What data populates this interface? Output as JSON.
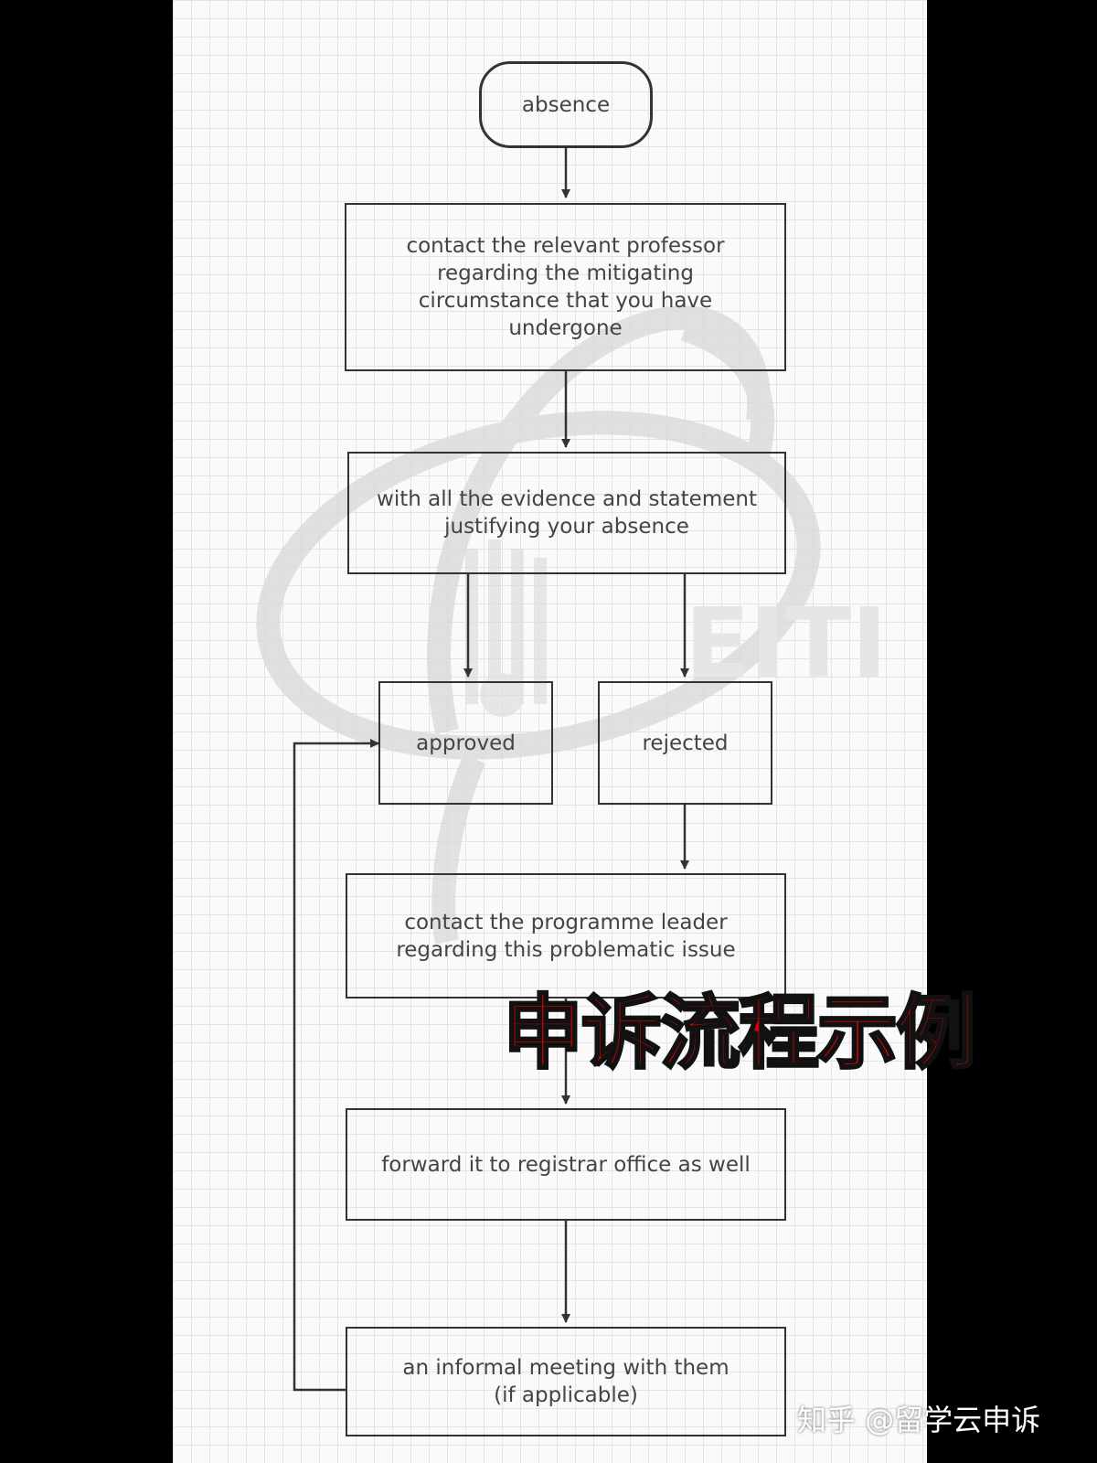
{
  "nodes": {
    "start": "absence",
    "contact_professor": "contact the relevant professor regarding the mitigating circumstance that you have undergone",
    "evidence": "with all the evidence and statement justifying your absence",
    "approved": "approved",
    "rejected": "rejected",
    "contact_leader": "contact the programme leader regarding this problematic issue",
    "forward": "forward it to registrar office as well",
    "meeting": "an informal meeting with them (if applicable)"
  },
  "overlay": {
    "title": "申诉流程示例",
    "credit": "知乎 @留学云申诉",
    "watermark_text": "EITI"
  },
  "colors": {
    "grid_background": "#fafafa",
    "grid_line": "#e4e4e4",
    "node_border": "#333333",
    "node_text": "#444444",
    "title_fill": "#e10000",
    "frame": "#000000"
  }
}
